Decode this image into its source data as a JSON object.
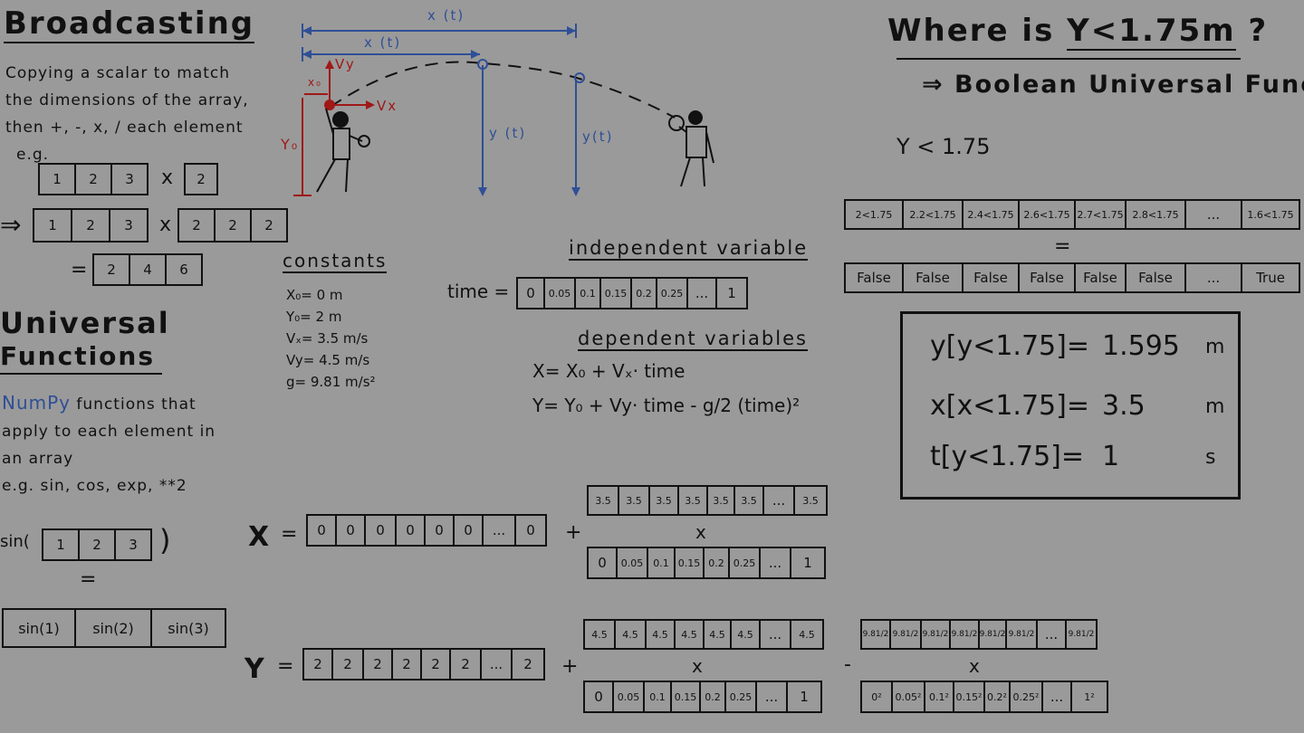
{
  "broadcasting": {
    "title": "Broadcasting",
    "desc": [
      "Copying a scalar to match",
      "the dimensions of the array,",
      "then +, -, x, / each element",
      "e.g."
    ],
    "row1": [
      "1",
      "2",
      "3"
    ],
    "op1": "x",
    "scalar": "2",
    "arrow": "⇒",
    "row2": [
      "1",
      "2",
      "3"
    ],
    "op2": "x",
    "row2b": [
      "2",
      "2",
      "2"
    ],
    "eq": "=",
    "result": [
      "2",
      "4",
      "6"
    ]
  },
  "ufuncs": {
    "title1": "Universal",
    "title2": "Functions",
    "numpy": "NumPy",
    "desc": [
      " functions that",
      "apply to each element in",
      "an array",
      "e.g.  sin, cos, exp, **2"
    ],
    "sin_label": "sin(",
    "sin_close": ")",
    "sin_in": [
      "1",
      "2",
      "3"
    ],
    "eq": "=",
    "sin_out": [
      "sin(1)",
      "sin(2)",
      "sin(3)"
    ]
  },
  "diagram": {
    "x_t_top": "x (t)",
    "x_t": "x (t)",
    "vy": "Vy",
    "vx": "Vx",
    "x0": "x₀",
    "y0": "Y₀",
    "y_t1": "y (t)",
    "y_t2": "y(t)"
  },
  "constants": {
    "title": "constants",
    "items": [
      "X₀= 0 m",
      "Y₀= 2 m",
      "Vₓ= 3.5 m/s",
      "Vy= 4.5 m/s",
      "g= 9.81 m/s²"
    ]
  },
  "independent": {
    "title": "independent variable",
    "label": "time =",
    "values": [
      "0",
      "0.05",
      "0.1",
      "0.15",
      "0.2",
      "0.25",
      "...",
      "1"
    ]
  },
  "dependent": {
    "title": "dependent variables",
    "x_eq": "X=  X₀  +  Vₓ· time",
    "y_eq": "Y=  Y₀  +  Vy· time  -  g/2 (time)²"
  },
  "where": {
    "title_a": "Where is ",
    "title_b": "Y<1.75m",
    "title_c": " ?",
    "subtitle": "⇒ Boolean Universal Func",
    "expr": "Y < 1.75",
    "cmp": [
      "2<1.75",
      "2.2<1.75",
      "2.4<1.75",
      "2.6<1.75",
      "2.7<1.75",
      "2.8<1.75",
      "...",
      "1.6<1.75"
    ],
    "eq": "=",
    "bools": [
      "False",
      "False",
      "False",
      "False",
      "False",
      "False",
      "...",
      "True"
    ],
    "results": [
      {
        "expr": "y[y<1.75]=",
        "val": "1.595",
        "unit": "m"
      },
      {
        "expr": "x[x<1.75]=",
        "val": "3.5",
        "unit": "m"
      },
      {
        "expr": "t[y<1.75]=",
        "val": "1",
        "unit": "s"
      }
    ]
  },
  "xcalc": {
    "label": "X",
    "eq": "=",
    "zeros": [
      "0",
      "0",
      "0",
      "0",
      "0",
      "0",
      "...",
      "0"
    ],
    "plus": "+",
    "vx": [
      "3.5",
      "3.5",
      "3.5",
      "3.5",
      "3.5",
      "3.5",
      "...",
      "3.5"
    ],
    "times": "x",
    "t": [
      "0",
      "0.05",
      "0.1",
      "0.15",
      "0.2",
      "0.25",
      "...",
      "1"
    ]
  },
  "ycalc": {
    "label": "Y",
    "eq": "=",
    "twos": [
      "2",
      "2",
      "2",
      "2",
      "2",
      "2",
      "...",
      "2"
    ],
    "plus": "+",
    "vy": [
      "4.5",
      "4.5",
      "4.5",
      "4.5",
      "4.5",
      "4.5",
      "...",
      "4.5"
    ],
    "times": "x",
    "t": [
      "0",
      "0.05",
      "0.1",
      "0.15",
      "0.2",
      "0.25",
      "...",
      "1"
    ],
    "minus": "-",
    "g": [
      "9.81/2",
      "9.81/2",
      "9.81/2",
      "9.81/2",
      "9.81/2",
      "9.81/2",
      "...",
      "9.81/2"
    ],
    "times2": "x",
    "t2": [
      "0²",
      "0.05²",
      "0.1²",
      "0.15²",
      "0.2²",
      "0.25²",
      "...",
      "1²"
    ]
  }
}
